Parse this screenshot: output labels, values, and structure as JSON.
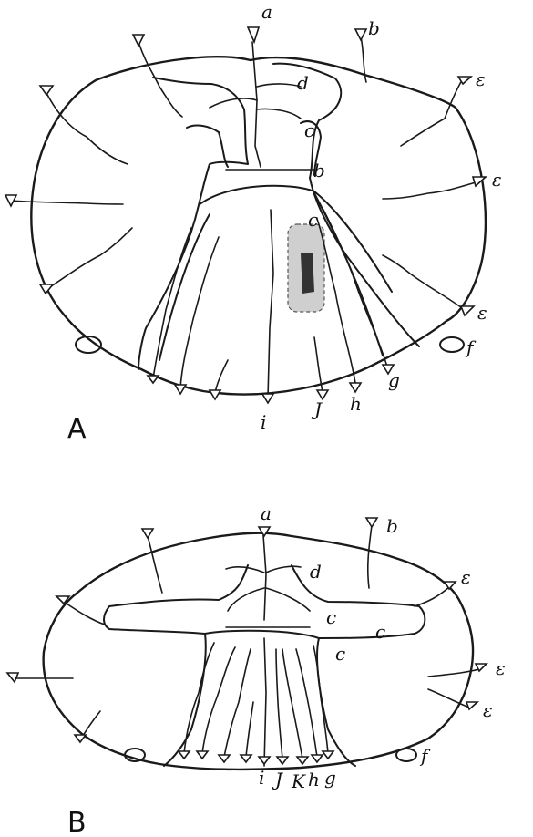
{
  "figure": {
    "panel_A": {
      "panel_label": "A",
      "labels": {
        "a": "a",
        "b": "b",
        "d": "d",
        "c1": "c",
        "b2": "b",
        "c2": "c",
        "e1": "ε",
        "e2": "ε",
        "e3": "ε",
        "f": "f",
        "g": "g",
        "h": "h",
        "j": "J",
        "i": "i"
      }
    },
    "panel_B": {
      "panel_label": "B",
      "labels": {
        "a": "a",
        "b": "b",
        "d": "d",
        "c1": "c",
        "c2": "c",
        "c3": "c",
        "e1": "ε",
        "e2": "ε",
        "e3": "ε",
        "f": "f",
        "i": "i",
        "j": "J",
        "k": "K",
        "h": "h",
        "g": "g"
      }
    }
  }
}
